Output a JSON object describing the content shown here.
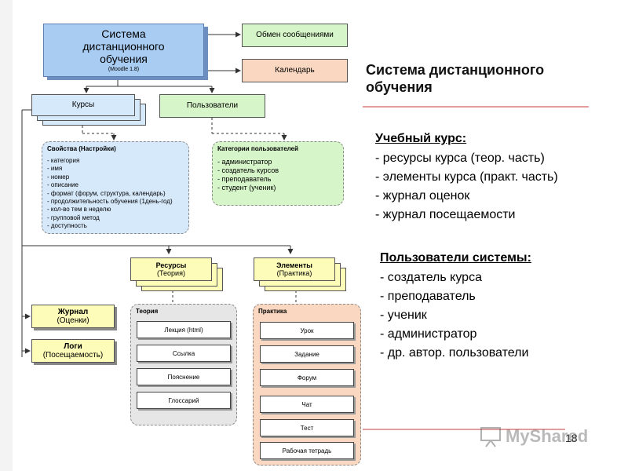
{
  "diagram": {
    "sdo": {
      "title": "Система дистанционного обучения",
      "subtitle": "(Moodle 1.8)"
    },
    "messaging": "Обмен сообщениями",
    "calendar": "Календарь",
    "courses": "Курсы",
    "users": "Пользователи",
    "properties": {
      "header": "Свойства (Настройки)",
      "items": [
        "- категория",
        "- имя",
        "- номер",
        "- описание",
        "- формат (форум, структура, календарь)",
        "- продолжительность обучения (1день-год)",
        "- кол-во тем в неделю",
        "- групповой метод",
        "- доступность"
      ]
    },
    "user_categories": {
      "header": "Категории пользователей",
      "items": [
        "- администратор",
        "- создатель курсов",
        "- преподаватель",
        "- студент (ученик)"
      ]
    },
    "resources": {
      "title": "Ресурсы",
      "subtitle": "(Теория)"
    },
    "elements": {
      "title": "Элементы",
      "subtitle": "(Практика)"
    },
    "theory": {
      "header": "Теория",
      "items": [
        "Лекция (html)",
        "Ссылка",
        "Пояснение",
        "Глоссарий"
      ]
    },
    "practice": {
      "header": "Практика",
      "items": [
        "Урок",
        "Задание",
        "Форум",
        "Чат",
        "Тест",
        "Рабочая тетрадь"
      ]
    },
    "journal": {
      "title": "Журнал",
      "subtitle": "(Оценки)"
    },
    "logs": {
      "title": "Логи",
      "subtitle": "(Посещаемость)"
    }
  },
  "right": {
    "title": "Система дистанционного обучения",
    "course_heading": "Учебный курс:",
    "course_items": [
      "- ресурсы курса (теор. часть)",
      "- элементы курса (практ. часть)",
      "- журнал оценок",
      "- журнал посещаемости"
    ],
    "users_heading": "Пользователи системы:",
    "users_items": [
      "- создатель курса",
      "- преподаватель",
      "- ученик",
      "- администратор",
      "- др. автор. пользователи"
    ]
  },
  "footer": {
    "page_number": "18",
    "watermark": "MyShared"
  },
  "colors": {
    "blue": "#a9ccf2",
    "lightblue": "#d6e9fb",
    "green": "#d6f5c8",
    "peach": "#fad7c0",
    "yellow": "#fdfcb8",
    "rule": "#c43c3c"
  }
}
